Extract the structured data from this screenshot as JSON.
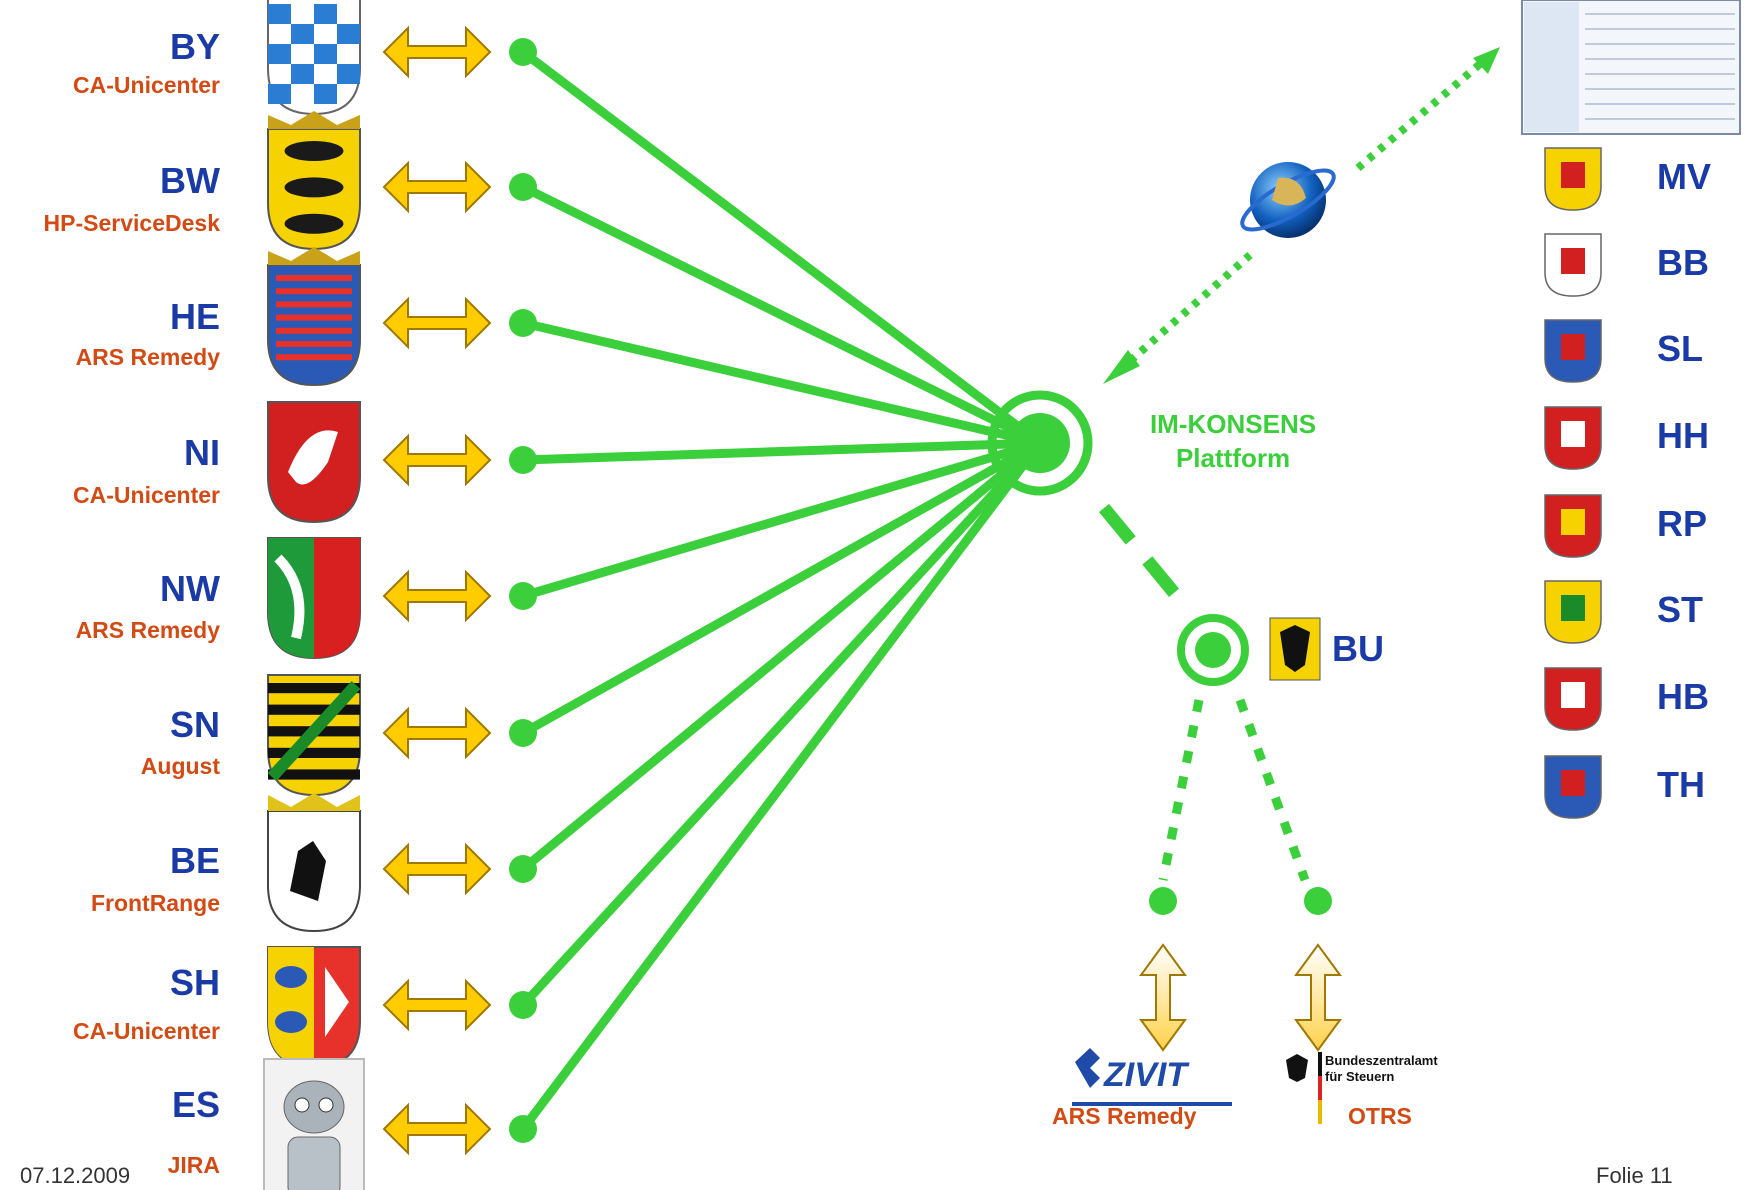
{
  "left_states": [
    {
      "code": "BY",
      "tool": "CA-Unicenter",
      "crest": "bavaria-crest"
    },
    {
      "code": "BW",
      "tool": "HP-ServiceDesk",
      "crest": "baden-wuerttemberg-crest"
    },
    {
      "code": "HE",
      "tool": "ARS Remedy",
      "crest": "hesse-crest"
    },
    {
      "code": "NI",
      "tool": "CA-Unicenter",
      "crest": "lower-saxony-crest"
    },
    {
      "code": "NW",
      "tool": "ARS Remedy",
      "crest": "north-rhine-westphalia-crest"
    },
    {
      "code": "SN",
      "tool": "August",
      "crest": "saxony-crest"
    },
    {
      "code": "BE",
      "tool": "FrontRange",
      "crest": "berlin-crest"
    },
    {
      "code": "SH",
      "tool": "CA-Unicenter",
      "crest": "schleswig-holstein-crest"
    },
    {
      "code": "ES",
      "tool": "JIRA",
      "crest": "robot-mascot"
    }
  ],
  "right_states": [
    {
      "code": "MV",
      "crest": "mecklenburg-crest"
    },
    {
      "code": "BB",
      "crest": "brandenburg-crest"
    },
    {
      "code": "SL",
      "crest": "saarland-crest"
    },
    {
      "code": "HH",
      "crest": "hamburg-crest"
    },
    {
      "code": "RP",
      "crest": "rhineland-palatinate-crest"
    },
    {
      "code": "ST",
      "crest": "saxony-anhalt-crest"
    },
    {
      "code": "HB",
      "crest": "bremen-crest"
    },
    {
      "code": "TH",
      "crest": "thuringia-crest"
    }
  ],
  "hub": {
    "line1": "IM-KONSENS",
    "line2": "Plattform"
  },
  "bu": {
    "label": "BU"
  },
  "bottom": {
    "zivit_logo": "ZIVIT",
    "zivit_tool": "ARS Remedy",
    "bzst_line1": "Bundeszentralamt",
    "bzst_line2": "für Steuern",
    "bzst_tool": "OTRS"
  },
  "footer": {
    "date": "07.12.2009",
    "slide": "Folie 11"
  },
  "colors": {
    "green": "#3ccf3c",
    "arrow_fill": "#ffcc00",
    "arrow_stroke": "#a07800",
    "code_blue": "#1a3aa6",
    "tool_orange": "#d24a14"
  }
}
